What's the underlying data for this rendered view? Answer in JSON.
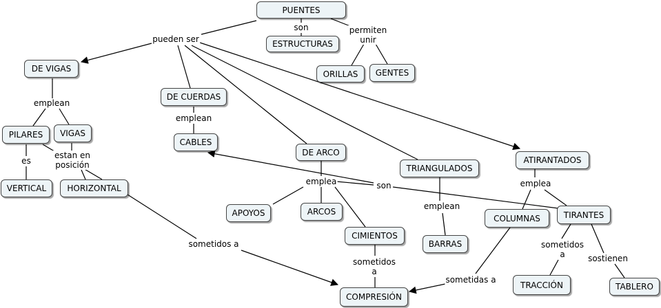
{
  "concepts": {
    "puentes": "PUENTES",
    "estructuras": "ESTRUCTURAS",
    "orillas": "ORILLAS",
    "gentes": "GENTES",
    "de_vigas": "DE VIGAS",
    "de_cuerdas": "DE CUERDAS",
    "cables": "CABLES",
    "pilares": "PILARES",
    "vigas": "VIGAS",
    "vertical": "VERTICAL",
    "horizontal": "HORIZONTAL",
    "de_arco": "DE ARCO",
    "triangulados": "TRIANGULADOS",
    "atirantados": "ATIRANTADOS",
    "apoyos": "APOYOS",
    "arcos": "ARCOS",
    "cimientos": "CIMIENTOS",
    "barras": "BARRAS",
    "columnas": "COLUMNAS",
    "tirantes": "TIRANTES",
    "traccion": "TRACCIÓN",
    "tablero": "TABLERO",
    "compresion": "COMPRESIÓN"
  },
  "links": {
    "pueden_ser": "pueden ser",
    "son": "son",
    "permiten_unir": "permiten unir",
    "emplean_vigas": "emplean",
    "emplean_cuerdas": "emplean",
    "es": "es",
    "estan_en_posicion": "estan en posición",
    "emplea_arco": "emplea",
    "son_tirantes": "son",
    "emplean_triang": "emplean",
    "emplea_atir": "emplea",
    "sometidos_a_horiz": "sometidos a",
    "sometidos_a_cim": "sometidos a",
    "sometidos_a_tir": "sometidos a",
    "sostienen": "sostienen",
    "sometidas_a": "sometidas a"
  }
}
